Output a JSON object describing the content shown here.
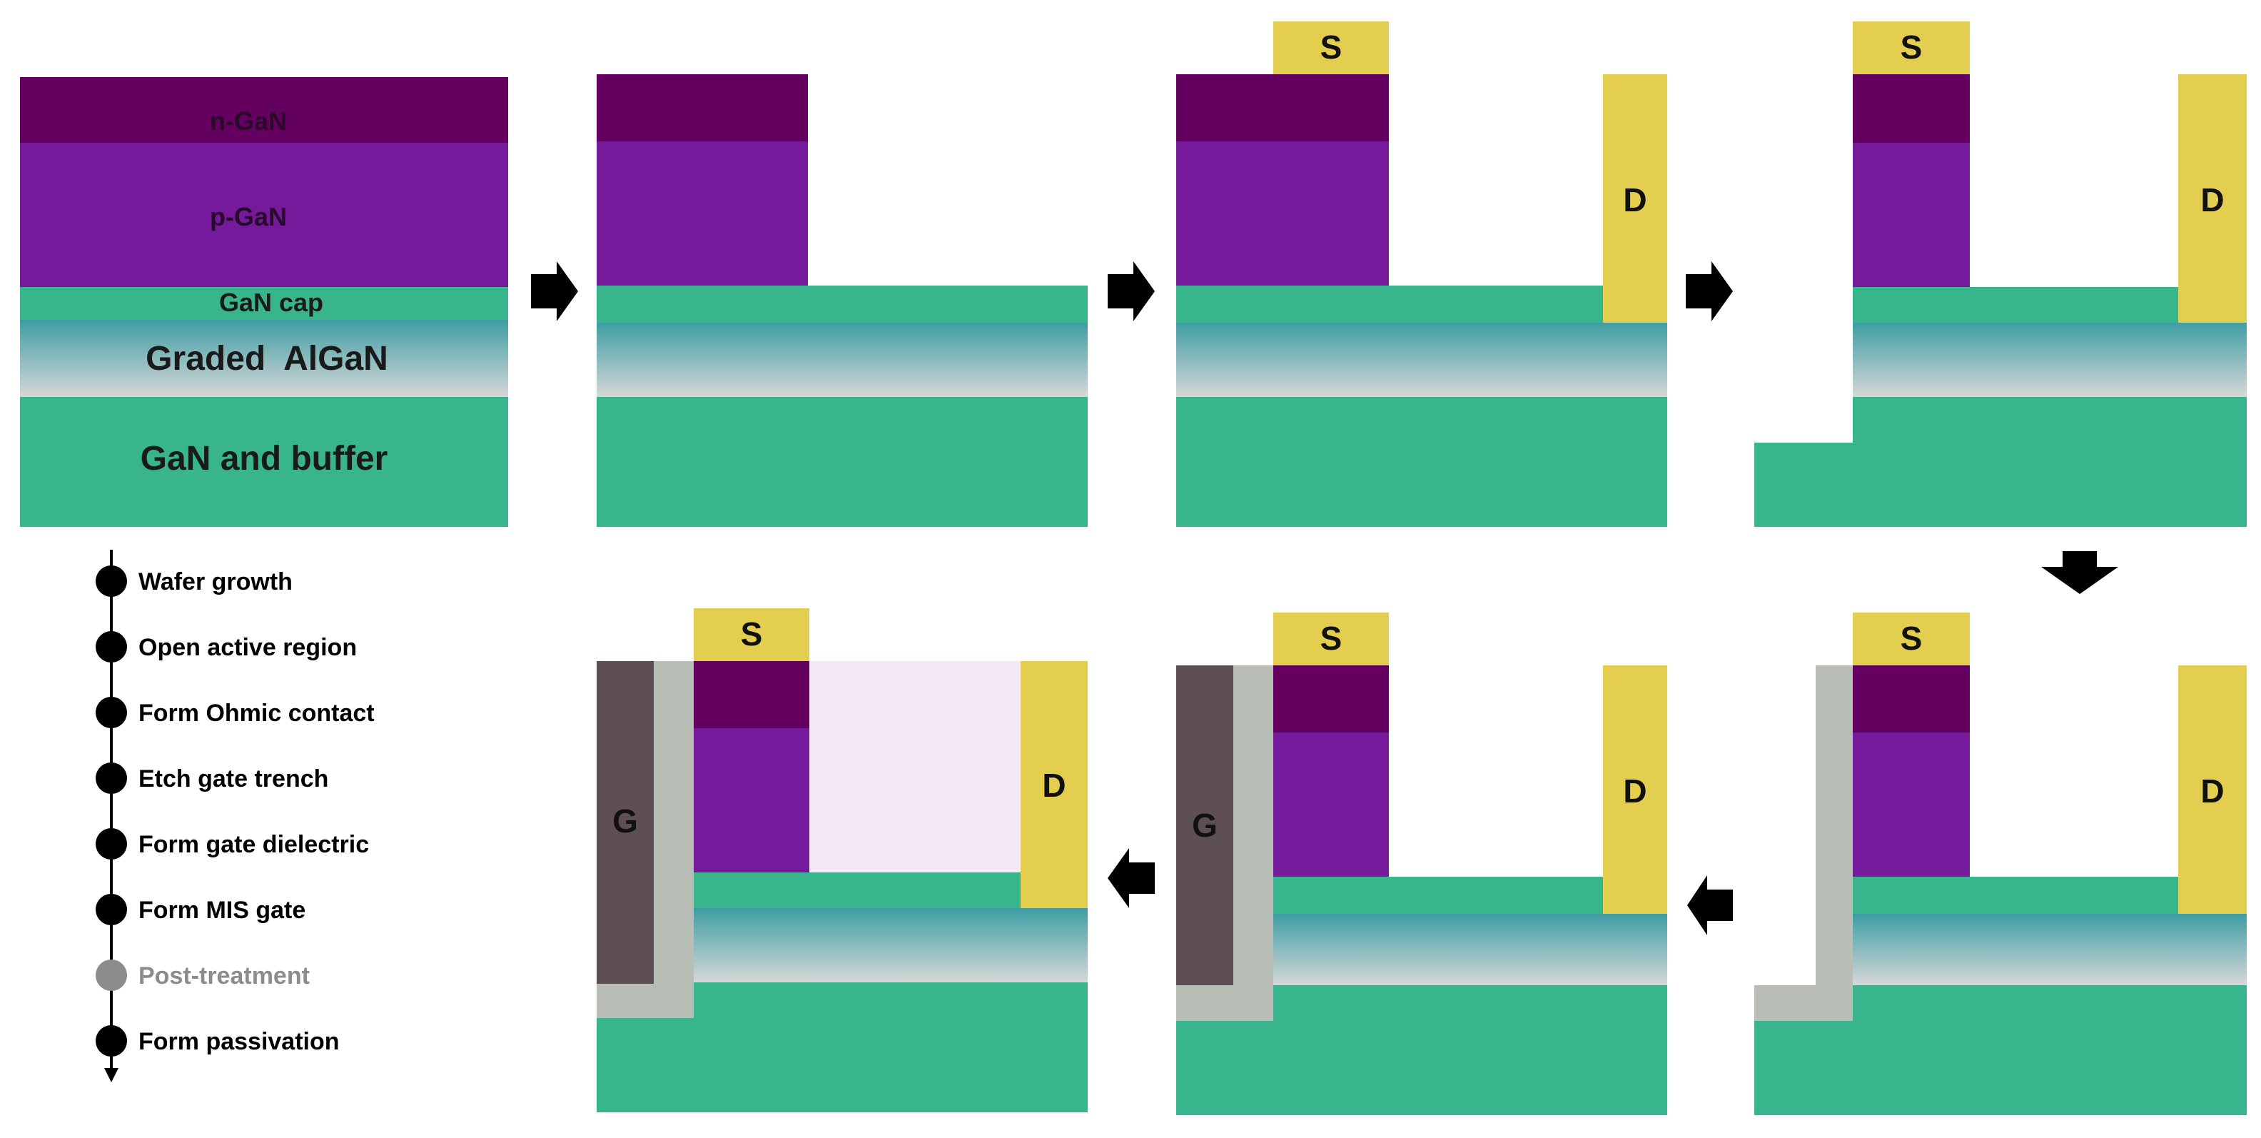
{
  "colors": {
    "n_gan": "#64005f",
    "p_gan": "#751a9b",
    "gan": "#39b58d",
    "algan_top": "#3e9ea4",
    "algan_bottom": "#d7d7d7",
    "metal_sd": "#e3ce4f",
    "gate_metal": "#5e4f57",
    "dielectric": "#b8beb6",
    "passivation": "#f5e8f7",
    "arrow": "#000000",
    "timeline_active": "#000000",
    "timeline_inactive": "#8c8c8c"
  },
  "layer_labels": {
    "n_gan": "n-GaN",
    "p_gan": "p-GaN",
    "gan_cap": "GaN cap",
    "algan": "Graded  AlGaN",
    "buffer": "GaN and buffer"
  },
  "contacts": {
    "source": "S",
    "drain": "D",
    "gate": "G"
  },
  "process_steps": [
    {
      "label": "Wafer growth",
      "status": "active"
    },
    {
      "label": "Open active region",
      "status": "active"
    },
    {
      "label": "Form Ohmic contact",
      "status": "active"
    },
    {
      "label": "Etch gate trench",
      "status": "active"
    },
    {
      "label": "Form gate dielectric",
      "status": "active"
    },
    {
      "label": "Form MIS gate",
      "status": "active"
    },
    {
      "label": "Post-treatment",
      "status": "inactive"
    },
    {
      "label": "Form passivation",
      "status": "active"
    }
  ]
}
